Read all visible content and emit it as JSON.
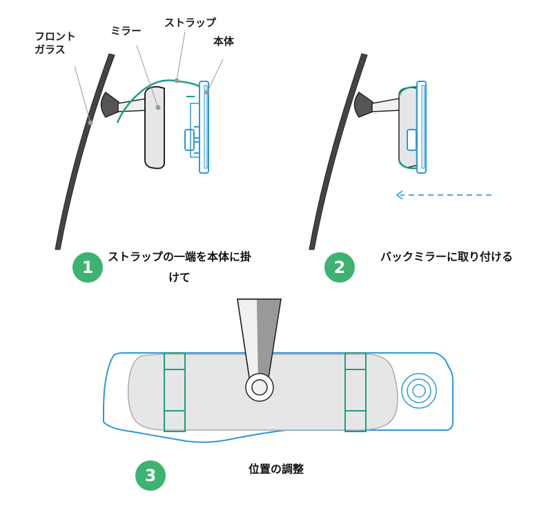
{
  "diagram1": {
    "labels": {
      "windshield": "フロント\nガラス",
      "mirror": "ミラー",
      "strap": "ストラップ",
      "body": "本体"
    }
  },
  "steps": [
    {
      "number": "1",
      "text": "ストラップの一端を本体に掛けて"
    },
    {
      "number": "2",
      "text": "バックミラーに取り付ける"
    },
    {
      "number": "3",
      "text": "位置の調整"
    }
  ],
  "colors": {
    "accent_blue": "#2b96dd",
    "strap_green": "#1a9d86",
    "badge_green": "#3cb371",
    "glass_dark": "#444444",
    "mirror_gray": "#e6e6e6"
  }
}
